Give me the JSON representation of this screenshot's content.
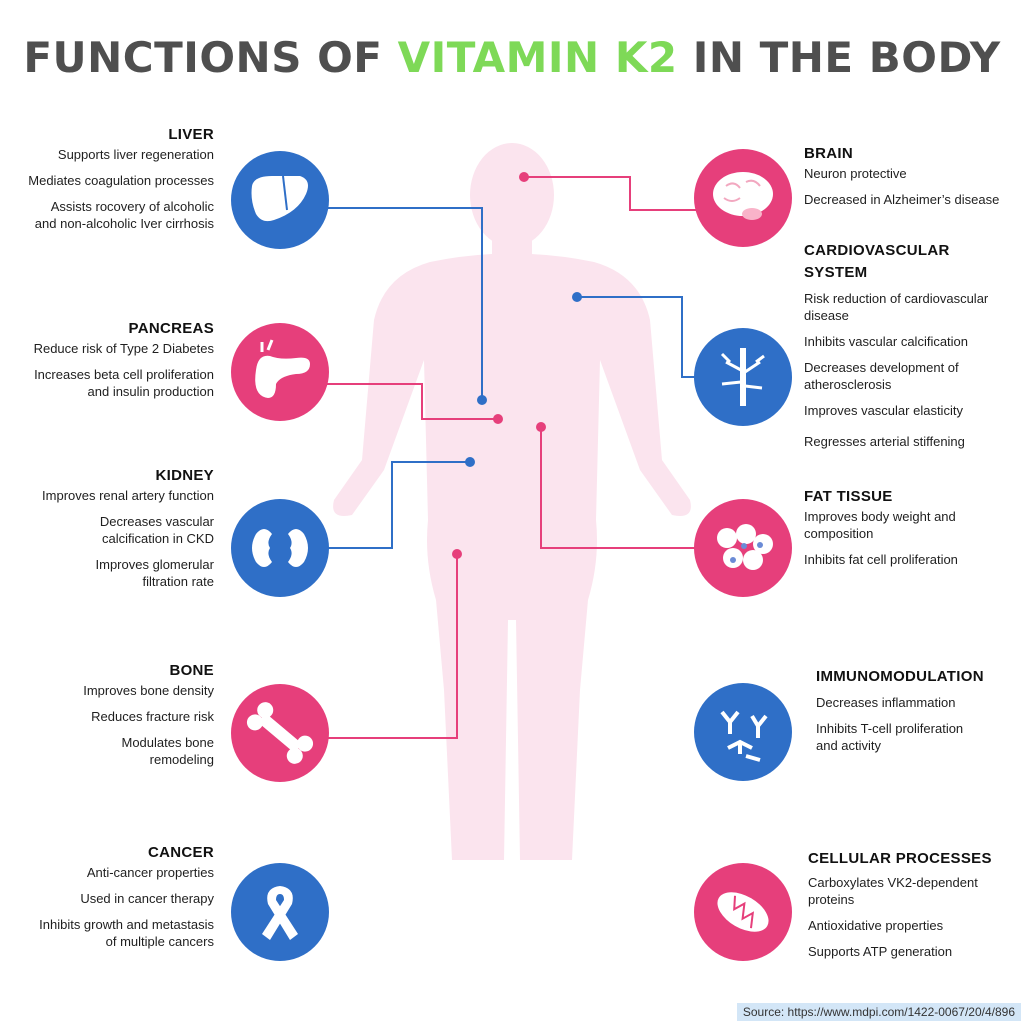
{
  "title": {
    "part1": "FUNCTIONS OF ",
    "accent": "VITAMIN K2",
    "part2": " IN THE BODY"
  },
  "colors": {
    "blue": "#2f6fc7",
    "pink": "#e63f7b",
    "body": "#fbe4ee",
    "accent": "#7ed957"
  },
  "left": [
    {
      "id": "liver",
      "heading": "LIVER",
      "icon": "liver-icon",
      "color": "blue",
      "items": [
        "Supports liver regeneration",
        "Mediates coagulation processes",
        "Assists rocovery of alcoholic\nand non-alcoholic Iver cirrhosis"
      ]
    },
    {
      "id": "pancreas",
      "heading": "PANCREAS",
      "icon": "pancreas-icon",
      "color": "pink",
      "items": [
        "Reduce risk of Type 2 Diabetes",
        "Increases beta cell proliferation\nand insulin production"
      ]
    },
    {
      "id": "kidney",
      "heading": "KIDNEY",
      "icon": "kidney-icon",
      "color": "blue",
      "items": [
        "Improves renal artery function",
        "Decreases vascular\ncalcification in CKD",
        "Improves glomerular\nfiltration rate"
      ]
    },
    {
      "id": "bone",
      "heading": "BONE",
      "icon": "bone-icon",
      "color": "pink",
      "items": [
        "Improves bone density",
        "Reduces fracture risk",
        "Modulates bone\nremodeling"
      ]
    },
    {
      "id": "cancer",
      "heading": "CANCER",
      "icon": "ribbon-icon",
      "color": "blue",
      "items": [
        "Anti-cancer properties",
        "Used in cancer therapy",
        "Inhibits growth and metastasis\nof multiple cancers"
      ]
    }
  ],
  "right": [
    {
      "id": "brain",
      "heading": "BRAIN",
      "icon": "brain-icon",
      "color": "pink",
      "items": [
        "Neuron protective",
        "Decreased in Alzheimer’s disease"
      ]
    },
    {
      "id": "cardio",
      "heading": "CARDIOVASCULAR\nSYSTEM",
      "icon": "blood-vessel-icon",
      "color": "blue",
      "items": [
        "Risk reduction of cardiovascular\ndisease",
        "Inhibits vascular calcification",
        "Decreases development of\natherosclerosis",
        "Improves vascular elasticity",
        "Regresses arterial stiffening"
      ]
    },
    {
      "id": "fat",
      "heading": "FAT TISSUE",
      "icon": "fat-cells-icon",
      "color": "pink",
      "items": [
        "Improves body weight and\ncomposition",
        "Inhibits fat cell proliferation"
      ]
    },
    {
      "id": "immuno",
      "heading": "IMMUNOMODULATION",
      "icon": "antibody-icon",
      "color": "blue",
      "items": [
        "Decreases inflammation",
        "Inhibits T-cell proliferation\nand activity"
      ]
    },
    {
      "id": "cellular",
      "heading": "CELLULAR PROCESSES",
      "icon": "mitochondria-icon",
      "color": "pink",
      "items": [
        "Carboxylates VK2-dependent\nproteins",
        "Antioxidative properties",
        "Supports ATP generation"
      ]
    }
  ],
  "source": "Source: https://www.mdpi.com/1422-0067/20/4/896"
}
